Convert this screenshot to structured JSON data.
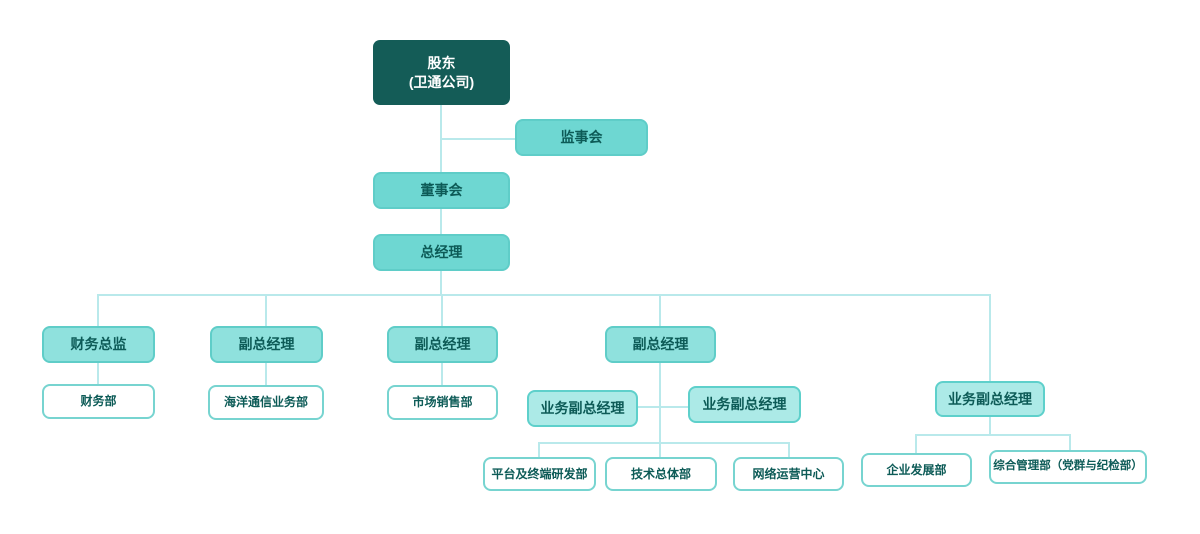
{
  "org_chart": {
    "colors": {
      "dark_node_fill": "#145c57",
      "teal_node_fill": "#6ed7d2",
      "teal_mid_fill": "#8fe1dd",
      "teal_light_fill": "#aceae7",
      "node_border": "#5fcdc8",
      "white_node_border": "#77d4d0",
      "connector_line": "#b9e9eb",
      "text_dark": "#0d5b57",
      "text_light": "#ffffff"
    },
    "nodes": {
      "shareholder": {
        "line1": "股东",
        "line2": "(卫通公司)"
      },
      "supervisory_board": {
        "label": "监事会"
      },
      "board_of_directors": {
        "label": "董事会"
      },
      "general_manager": {
        "label": "总经理"
      },
      "finance_director": {
        "label": "财务总监"
      },
      "deputy_gm_1": {
        "label": "副总经理"
      },
      "deputy_gm_2": {
        "label": "副总经理"
      },
      "deputy_gm_3": {
        "label": "副总经理"
      },
      "finance_dept": {
        "label": "财务部"
      },
      "marine_comm_dept": {
        "label": "海洋通信业务部"
      },
      "marketing_sales_dept": {
        "label": "市场销售部"
      },
      "business_deputy_gm_left": {
        "label": "业务副总经理"
      },
      "business_deputy_gm_mid": {
        "label": "业务副总经理"
      },
      "business_deputy_gm_right": {
        "label": "业务副总经理"
      },
      "platform_terminal_rd_dept": {
        "label": "平台及终端研发部"
      },
      "tech_general_dept": {
        "label": "技术总体部"
      },
      "network_ops_center": {
        "label": "网络运营中心"
      },
      "enterprise_dev_dept": {
        "label": "企业发展部"
      },
      "general_mgmt_dept": {
        "label": "综合管理部（党群与纪检部）"
      }
    }
  }
}
